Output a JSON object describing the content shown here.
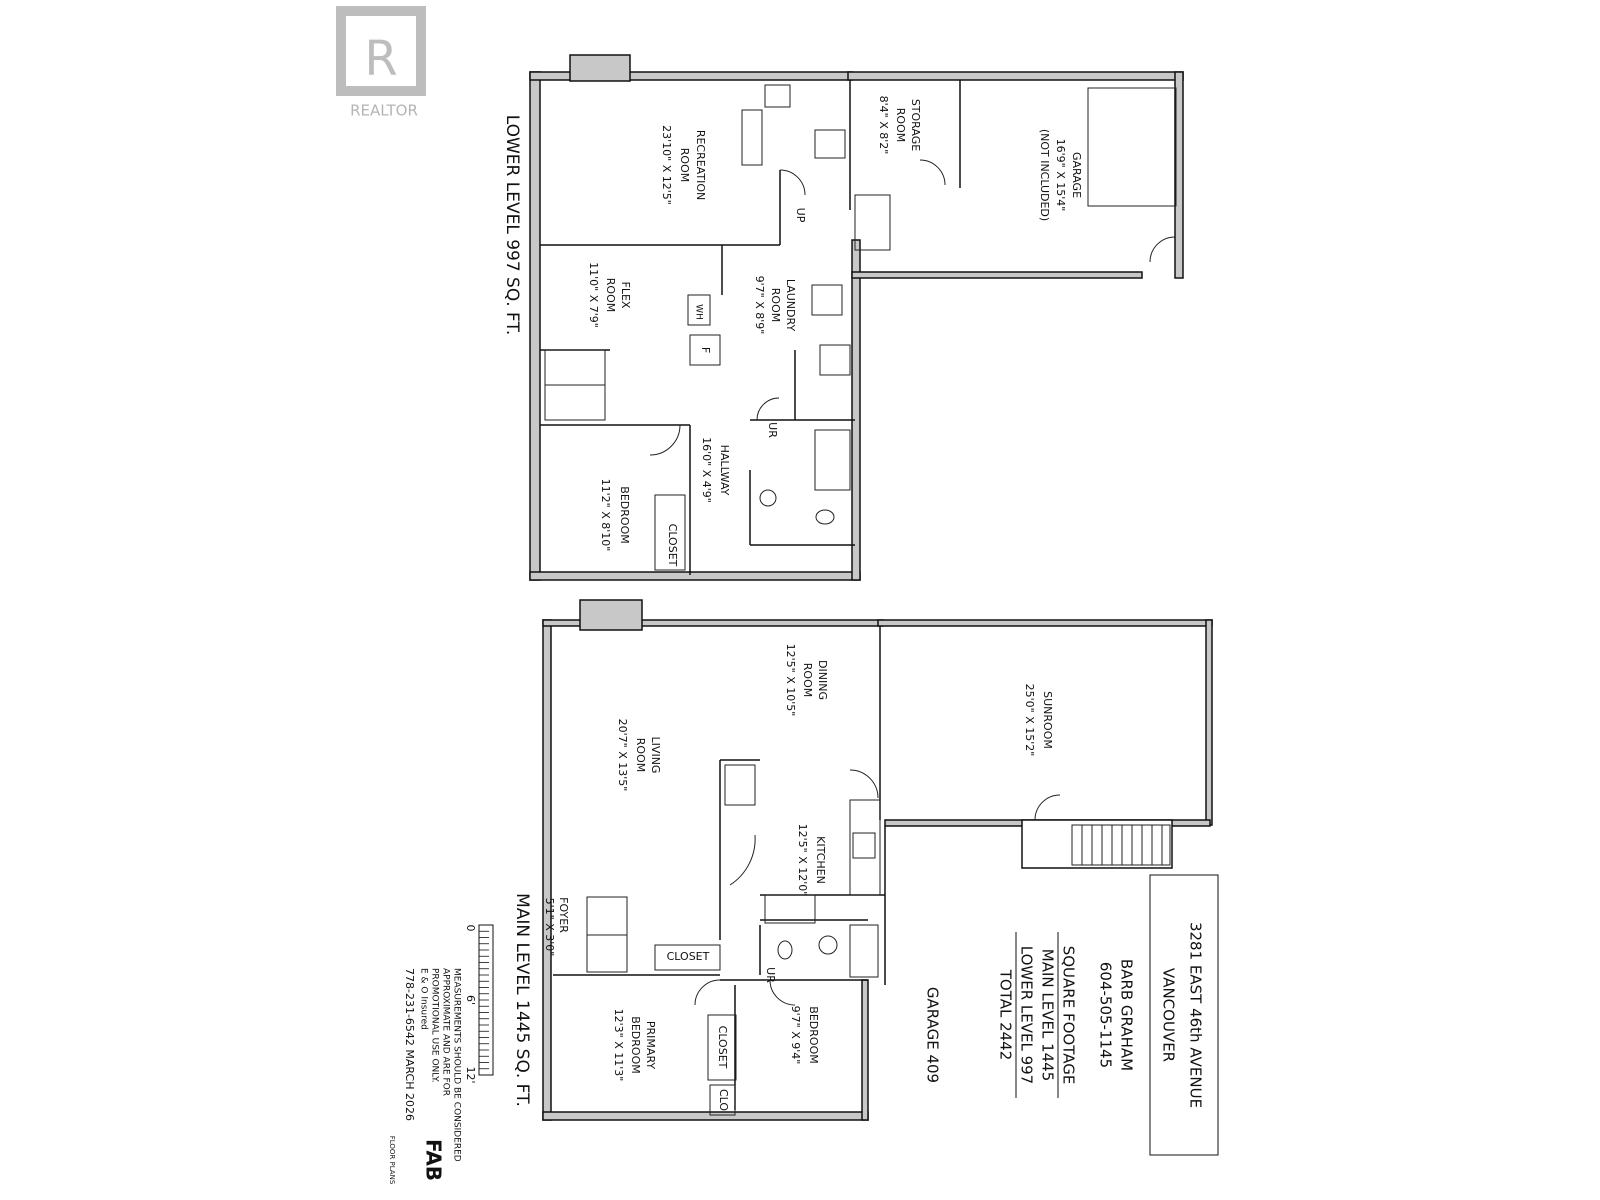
{
  "watermark": {
    "brand": "REALTOR",
    "logo_letter": "R"
  },
  "lower_level": {
    "title": "LOWER LEVEL 997 SQ. FT.",
    "rooms": [
      {
        "name": "RECREATION",
        "name2": "ROOM",
        "dims": "23'10\" X 12'5\""
      },
      {
        "name": "STORAGE",
        "name2": "ROOM",
        "dims": "8'4\" X 8'2\""
      },
      {
        "name": "GARAGE",
        "name2": "16'9\" X 15'4\"",
        "dims": "(NOT INCLUDED)"
      },
      {
        "name": "LAUNDRY",
        "name2": "ROOM",
        "dims": "9'7\" X 8'9\""
      },
      {
        "name": "FLEX",
        "name2": "ROOM",
        "dims": "11'0\" X 7'9\""
      },
      {
        "name": "HALLWAY",
        "dims": "16'0\" X 4'9\""
      },
      {
        "name": "BEDROOM",
        "dims": "11'2\" X 8'10\""
      }
    ],
    "labels": {
      "closet": "CLOSET",
      "up": "UP",
      "ur": "UR",
      "wh": "WH",
      "f": "F"
    }
  },
  "main_level": {
    "title": "MAIN LEVEL 1445 SQ. FT.",
    "rooms": [
      {
        "name": "DINING",
        "name2": "ROOM",
        "dims": "12'5\" X 10'5\""
      },
      {
        "name": "SUNROOM",
        "dims": "25'0\" X 15'2\""
      },
      {
        "name": "LIVING",
        "name2": "ROOM",
        "dims": "20'7\" X 13'5\""
      },
      {
        "name": "KITCHEN",
        "dims": "12'5\" X 12'0\""
      },
      {
        "name": "FOYER",
        "dims": "5'1\" X 3'0\""
      },
      {
        "name": "PRIMARY",
        "name2": "BEDROOM",
        "dims": "12'3\" X 11'3\""
      },
      {
        "name": "BEDROOM",
        "dims": "9'7\" X 9'4\""
      }
    ],
    "labels": {
      "closet": "CLOSET",
      "closet2": "CLOSET",
      "clo": "CLO",
      "ur": "UR"
    }
  },
  "info": {
    "address": "3281 EAST 46th AVENUE",
    "city": "VANCOUVER",
    "agent": "BARB GRAHAM",
    "phone": "604-505-1145",
    "sqft_heading": "SQUARE FOOTAGE",
    "main": "MAIN LEVEL 1445",
    "lower": "LOWER LEVEL 997",
    "total": "TOTAL 2442",
    "garage": "GARAGE 409"
  },
  "scale": {
    "t0": "0",
    "t6": "6'",
    "t12": "12'"
  },
  "disclaimer": [
    "MEASUREMENTS SHOULD BE CONSIDERED",
    "APPROXIMATE AND ARE FOR",
    "PROMOTIONAL USE ONLY.",
    "E & O Insured",
    "778-231-6542  MARCH 2026"
  ],
  "brand_logo": {
    "mark": "FAB",
    "sub": "FLOOR PLANS"
  }
}
